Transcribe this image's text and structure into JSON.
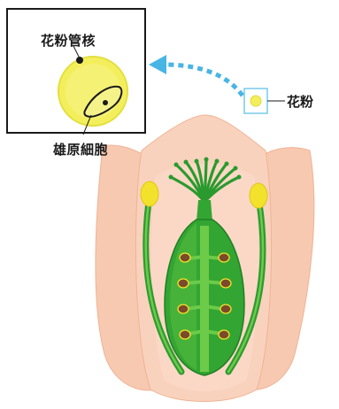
{
  "labels": {
    "pollen_tube_nucleus": "花粉管核",
    "generative_cell": "雄原細胞",
    "pollen": "花粉"
  },
  "colors": {
    "petal": "#f7c9b1",
    "petal_edge": "#f0b394",
    "pistil_green": "#33a532",
    "pistil_dark": "#1f7f24",
    "pistil_light": "#6ccb49",
    "anther_yellow": "#f3e22b",
    "pollen_yellow": "#f3ef5c",
    "arrow_blue": "#48b5e5",
    "ovule_brown": "#7a4a2a"
  }
}
